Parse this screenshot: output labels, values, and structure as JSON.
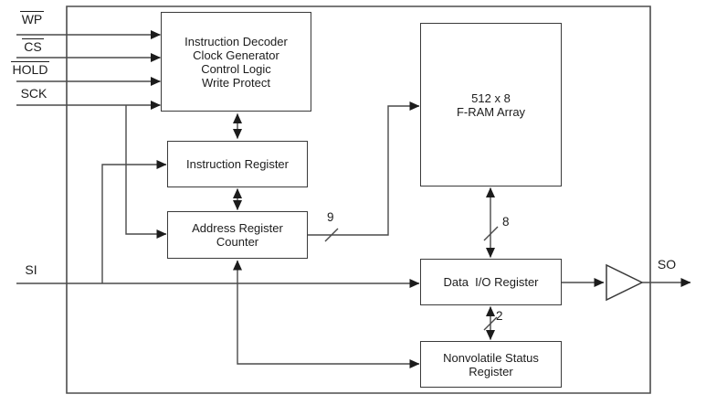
{
  "diagram": {
    "inputs": [
      {
        "id": "wp",
        "label": "WP",
        "overline": true
      },
      {
        "id": "cs",
        "label": "CS",
        "overline": true
      },
      {
        "id": "hold",
        "label": "HOLD",
        "overline": true
      },
      {
        "id": "sck",
        "label": "SCK",
        "overline": false
      },
      {
        "id": "si",
        "label": "SI",
        "overline": false
      }
    ],
    "outputs": [
      {
        "id": "so",
        "label": "SO",
        "overline": false
      }
    ],
    "blocks": {
      "instruction_decoder": {
        "lines": [
          "Instruction Decoder",
          "Clock Generator",
          "Control Logic",
          "Write Protect"
        ]
      },
      "instruction_register": {
        "lines": [
          "Instruction Register"
        ]
      },
      "address_register": {
        "lines": [
          "Address Register",
          "Counter"
        ]
      },
      "fram_array": {
        "lines": [
          "512 x 8",
          "F-RAM Array"
        ]
      },
      "data_io_register": {
        "lines": [
          "Data  I/O Register"
        ]
      },
      "status_register": {
        "lines": [
          "Nonvolatile Status",
          "Register"
        ]
      }
    },
    "bus_widths": {
      "address": "9",
      "data": "8",
      "status": "2"
    },
    "colors": {
      "wire": "#4a4a4a",
      "arrow": "#1c1c1c",
      "block_border": "#3a3a3a",
      "text": "#1c1c1c"
    }
  }
}
